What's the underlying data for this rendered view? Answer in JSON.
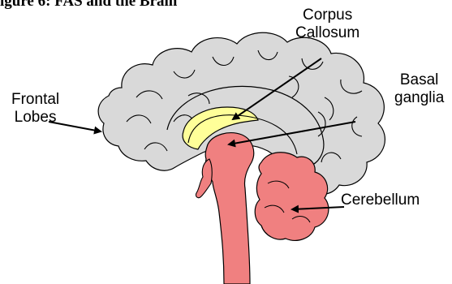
{
  "figure": {
    "title": "igure 6: FAS and the Brain"
  },
  "labels": {
    "corpus_callosum": [
      "Corpus",
      "Callosum"
    ],
    "basal_ganglia": [
      "Basal",
      "ganglia"
    ],
    "frontal_lobes": [
      "Frontal",
      "Lobes"
    ],
    "cerebellum": "Cerebellum"
  },
  "colors": {
    "cerebrum": "#d9d9d9",
    "corpus_callosum": "#ffff99",
    "brainstem": "#f08080",
    "cerebellum": "#f08080",
    "outline": "#000000"
  }
}
